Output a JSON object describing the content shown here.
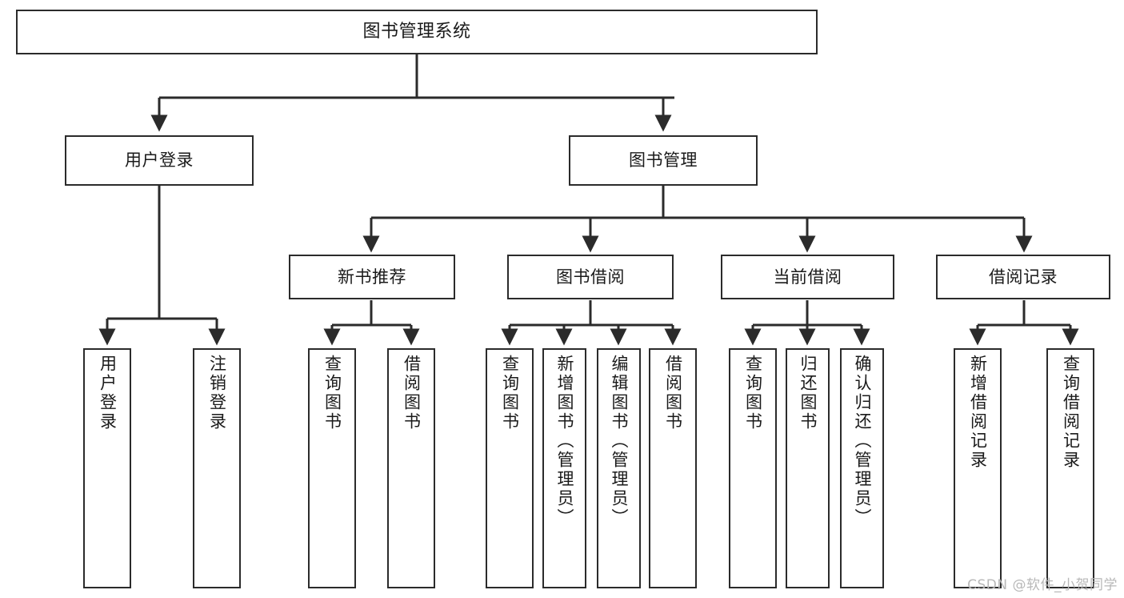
{
  "diagram": {
    "title": "图书管理系统",
    "type": "tree-hierarchy-diagram",
    "orientation": "top-down",
    "style": {
      "box_border_color": "#2b2b2b",
      "box_fill_color": "#ffffff",
      "connector_color": "#2b2b2b",
      "text_color": "#1a1a1a",
      "background": "#ffffff"
    },
    "root": {
      "label": "图书管理系统"
    },
    "level2": [
      {
        "label": "用户登录"
      },
      {
        "label": "图书管理"
      }
    ],
    "level3": [
      {
        "label": "新书推荐"
      },
      {
        "label": "图书借阅"
      },
      {
        "label": "当前借阅"
      },
      {
        "label": "借阅记录"
      }
    ],
    "leaves": {
      "user_login": [
        {
          "label": "用户登录"
        },
        {
          "label": "注销登录"
        }
      ],
      "new_book_recommend": [
        {
          "label": "查询图书"
        },
        {
          "label": "借阅图书"
        }
      ],
      "book_borrow": [
        {
          "label": "查询图书"
        },
        {
          "label": "新增图书（管理员）"
        },
        {
          "label": "编辑图书（管理员）"
        },
        {
          "label": "借阅图书"
        }
      ],
      "current_borrow": [
        {
          "label": "查询图书"
        },
        {
          "label": "归还图书"
        },
        {
          "label": "确认归还（管理员）"
        }
      ],
      "borrow_record": [
        {
          "label": "新增借阅记录"
        },
        {
          "label": "查询借阅记录"
        }
      ]
    }
  },
  "watermark": {
    "text": "CSDN @软件_小贺同学"
  }
}
